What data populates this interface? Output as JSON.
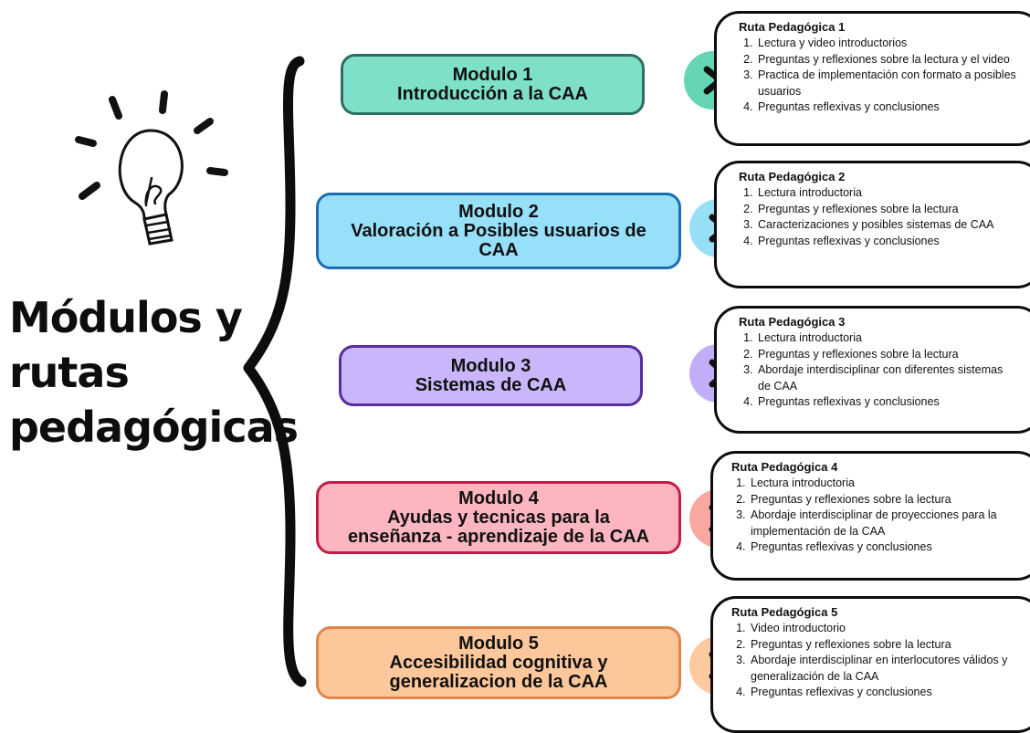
{
  "title": [
    "Módulos y",
    "rutas",
    "pedagógicas"
  ],
  "modules": [
    {
      "lines": [
        "Modulo 1",
        "Introducción a la CAA"
      ],
      "color": "#7ee0c9",
      "border": "#2e6e62"
    },
    {
      "lines": [
        "Modulo 2",
        "Valoración a Posibles usuarios de",
        "CAA"
      ],
      "color": "#97e0f9",
      "border": "#1b6fb1"
    },
    {
      "lines": [
        "Modulo 3",
        "Sistemas de CAA"
      ],
      "color": "#c9b6fb",
      "border": "#5a2e9a"
    },
    {
      "lines": [
        "Modulo 4",
        "Ayudas y tecnicas para la",
        "enseñanza - aprendizaje de la CAA"
      ],
      "color": "#fdb5c0",
      "border": "#c41e48"
    },
    {
      "lines": [
        "Modulo 5",
        "Accesibilidad cognitiva y",
        "generalizacion de la CAA"
      ],
      "color": "#fcc79b",
      "border": "#e0864a"
    }
  ],
  "arrow_colors": [
    "#66d5b5",
    "#97dff6",
    "#c2aef8",
    "#f9a8a0",
    "#fdcaa0"
  ],
  "routes": [
    {
      "title": "Ruta Pedagógica 1",
      "items": [
        "Lectura y video introductorios",
        "Preguntas y reflexiones sobre la lectura y el video",
        "Practica de implementación con formato a posibles usuarios",
        "Preguntas reflexivas y conclusiones"
      ]
    },
    {
      "title": "Ruta Pedagógica 2",
      "items": [
        "Lectura  introductoria",
        "Preguntas y reflexiones sobre la lectura",
        "Caracterizaciones y posibles sistemas de CAA",
        "Preguntas reflexivas y conclusiones"
      ]
    },
    {
      "title": "Ruta Pedagógica 3",
      "items": [
        "Lectura  introductoria",
        "Preguntas y reflexiones sobre la lectura",
        "Abordaje interdisciplinar con diferentes sistemas de CAA",
        "Preguntas reflexivas y conclusiones"
      ]
    },
    {
      "title": "Ruta Pedagógica 4",
      "items": [
        "Lectura  introductoria",
        "Preguntas y reflexiones sobre la lectura",
        "Abordaje interdisciplinar de proyecciones para la implementación de la CAA",
        " Preguntas reflexivas y conclusiones"
      ]
    },
    {
      "title": "Ruta Pedagógica 5",
      "items": [
        "Video introductorio",
        "Preguntas y reflexiones sobre la lectura",
        "Abordaje interdisciplinar en interlocutores válidos y generalización de la CAA",
        "Preguntas reflexivas y conclusiones"
      ]
    }
  ]
}
